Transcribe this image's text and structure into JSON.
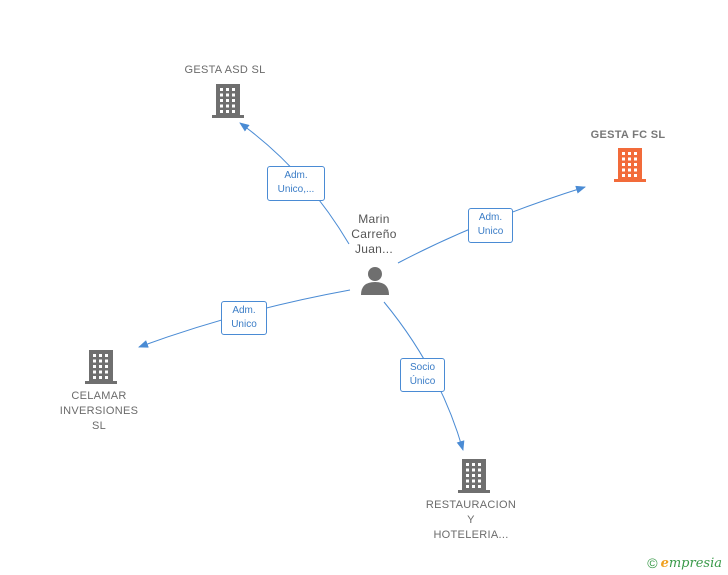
{
  "center": {
    "lines": [
      "Marin",
      "Carreño",
      "Juan..."
    ]
  },
  "companies": [
    {
      "id": "gesta-asd",
      "lines": [
        "GESTA ASD  SL"
      ],
      "highlight": false
    },
    {
      "id": "gesta-fc",
      "lines": [
        "GESTA FC  SL"
      ],
      "highlight": true
    },
    {
      "id": "celamar",
      "lines": [
        "CELAMAR",
        "INVERSIONES",
        "SL"
      ],
      "highlight": false
    },
    {
      "id": "restauracion",
      "lines": [
        "RESTAURACION",
        "Y",
        "HOTELERIA..."
      ],
      "highlight": false
    }
  ],
  "edges": [
    {
      "target": "gesta-asd",
      "lines": [
        "Adm.",
        "Unico,..."
      ]
    },
    {
      "target": "gesta-fc",
      "lines": [
        "Adm.",
        "Unico"
      ]
    },
    {
      "target": "celamar",
      "lines": [
        "Adm.",
        "Unico"
      ]
    },
    {
      "target": "restauracion",
      "lines": [
        "Socio",
        "Único"
      ]
    }
  ],
  "footer": {
    "copyright": "©",
    "brand_initial": "e",
    "brand_rest": "mpresia"
  },
  "colors": {
    "edge": "#4a8bd4",
    "building": "#6f6f6f",
    "building_highlight": "#f26b3a",
    "person": "#6f6f6f",
    "label_text": "#6b6b6b"
  }
}
